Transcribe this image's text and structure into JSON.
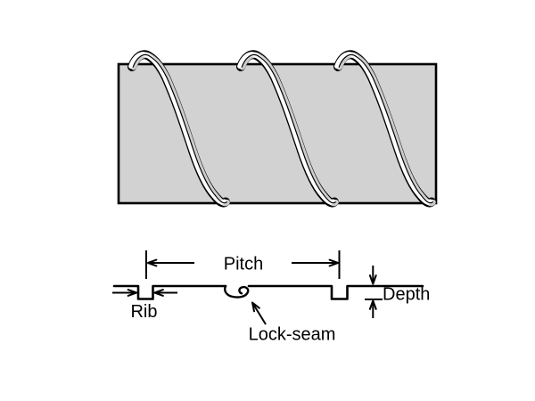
{
  "diagram": {
    "kind": "spiral-rib-pipe-technical-diagram",
    "colors": {
      "background": "#ffffff",
      "line": "#000000",
      "pipe_fill": "#d2d2d2",
      "rib_highlight": "#ffffff",
      "rib_shade": "#cccccc"
    },
    "pipe_illustration": {
      "rib_count": 3
    },
    "profile": {
      "labels": {
        "pitch": "Pitch",
        "rib": "Rib",
        "lock_seam": "Lock-seam",
        "depth": "Depth"
      }
    }
  }
}
